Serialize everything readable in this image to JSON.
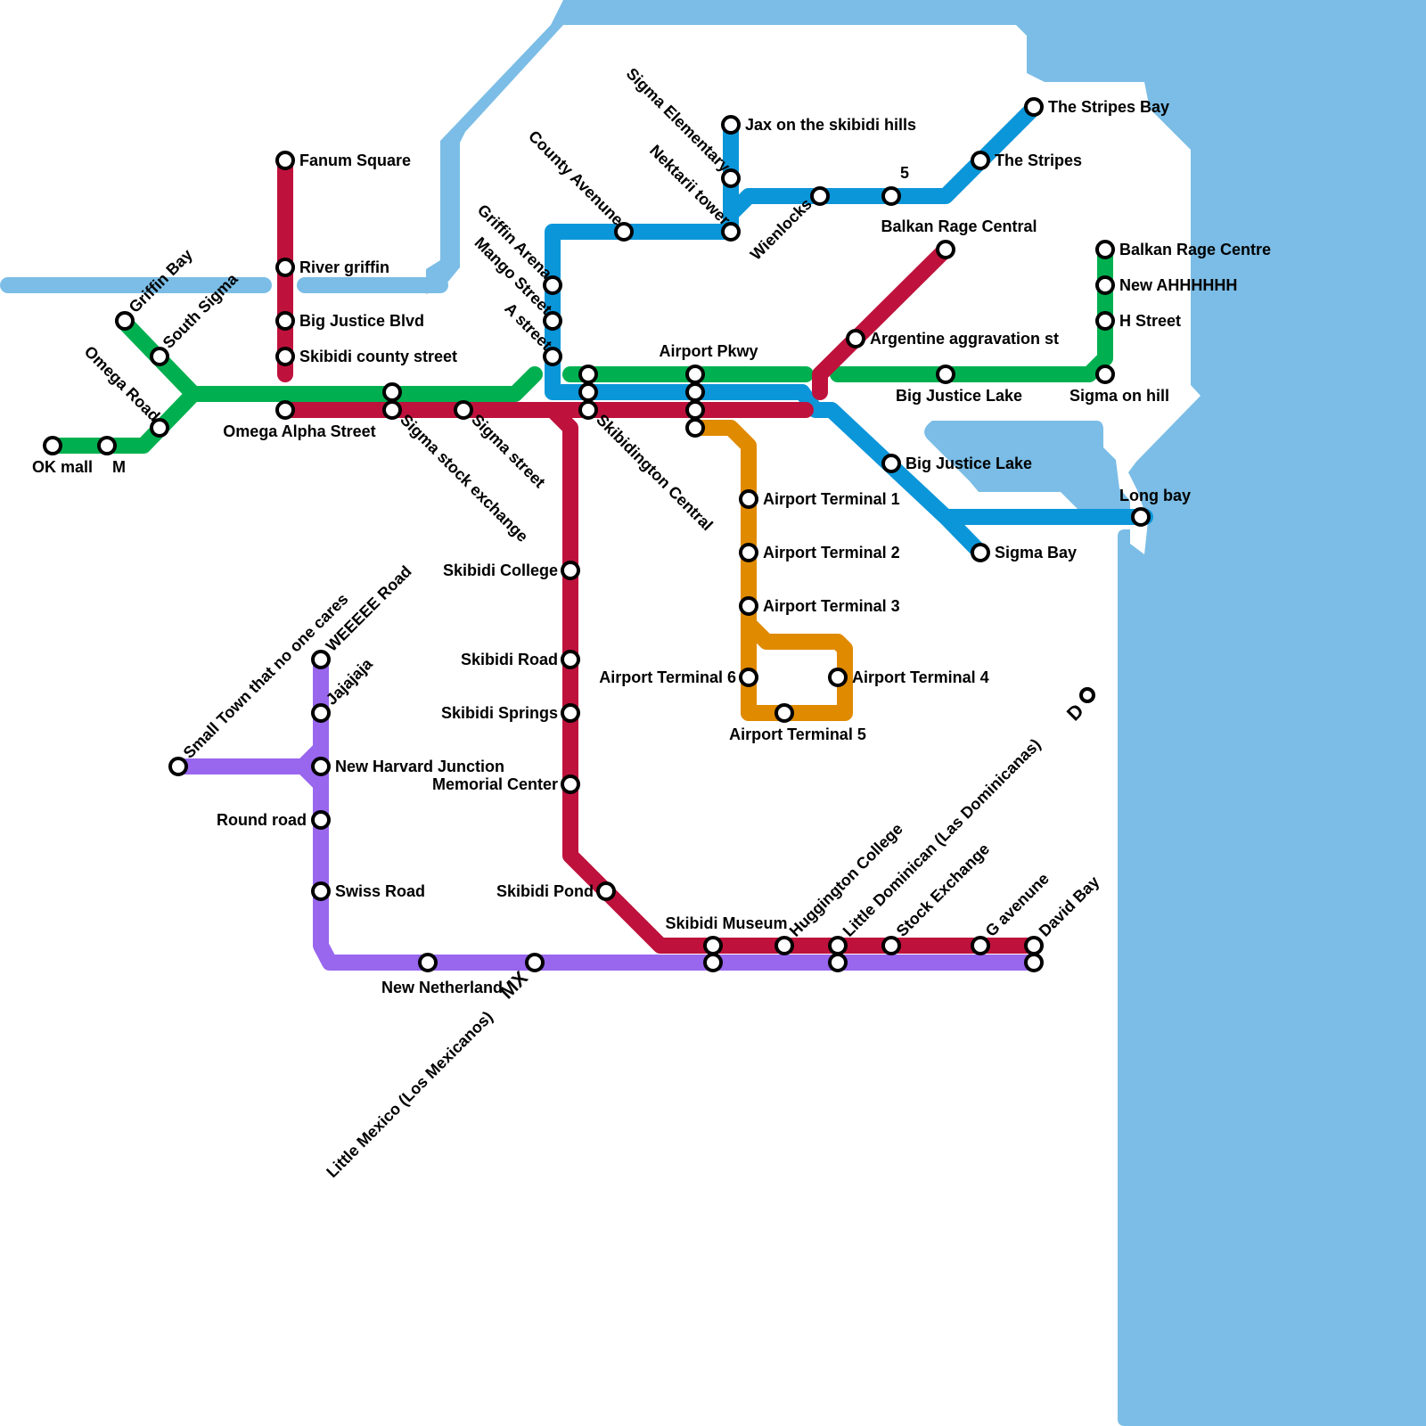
{
  "colors": {
    "water": "#7bbde6",
    "green_line": "#00b050",
    "red_line": "#be123c",
    "blue_line": "#0b96d9",
    "orange_line": "#e08a00",
    "purple_line": "#9966ee"
  },
  "labels": {
    "fanum_square": "Fanum Square",
    "river_griffin": "River griffin",
    "big_justice_blvd": "Big Justice Blvd",
    "skibidi_county_street": "Skibidi county street",
    "omega_alpha_street": "Omega Alpha Street",
    "griffin_bay": "Griffin Bay",
    "south_sigma": "South Sigma",
    "omega_road": "Omega Road",
    "ok_mall": "OK mall",
    "m": "M",
    "sigma_stock_exchange": "Sigma stock exchange",
    "sigma_street": "Sigma street",
    "skibidington_central": "Skibidington Central",
    "griffin_arena": "Griffin Arena",
    "mango_street": "Mango Street",
    "a_street": "A street",
    "county_avenune": "County Avenune",
    "sigma_elementary": "Sigma Elementary",
    "nektarii_tower": "Nektarii tower",
    "jax_on_the_skibidi_hills": "Jax on the skibidi hills",
    "wienlocks": "Wienlocks",
    "five": "5",
    "the_stripes_bay": "The Stripes Bay",
    "the_stripes": "The Stripes",
    "balkan_rage_central": "Balkan Rage Central",
    "balkan_rage_centre": "Balkan Rage Centre",
    "new_ahhhhhh": "New AHHHHHH",
    "h_street": "H Street",
    "sigma_on_hill": "Sigma on hill",
    "argentine_aggravation_st": "Argentine aggravation st",
    "big_justice_lake_green": "Big Justice Lake",
    "big_justice_lake_blue": "Big Justice Lake",
    "long_bay": "Long bay",
    "sigma_bay": "Sigma Bay",
    "airport_pkwy": "Airport Pkwy",
    "airport_terminal_1": "Airport Terminal 1",
    "airport_terminal_2": "Airport Terminal 2",
    "airport_terminal_3": "Airport Terminal 3",
    "airport_terminal_4": "Airport Terminal 4",
    "airport_terminal_5": "Airport Terminal 5",
    "airport_terminal_6": "Airport Terminal 6",
    "skibidi_college": "Skibidi College",
    "skibidi_road": "Skibidi Road",
    "skibidi_springs": "Skibidi Springs",
    "memorial_center": "Memorial Center",
    "skibidi_pond": "Skibidi Pond",
    "skibidi_museum": "Skibidi Museum",
    "huggington_college": "Huggington College",
    "little_dominican": "Little Dominican (Las Dominicanas)",
    "d": "D",
    "stock_exchange": "Stock Exchange",
    "g_avenune": "G avenune",
    "david_bay": "David Bay",
    "small_town": "Small Town that no one cares",
    "weeeee_road": "WEEEEE Road",
    "jajajaja": "Jajajaja",
    "new_harvard_junction": "New Harvard Junction",
    "round_road": "Round road",
    "swiss_road": "Swiss Road",
    "new_netherland": "New Netherland",
    "mx": "MX",
    "little_mexico": "Little Mexico (Los Mexicanos)"
  }
}
